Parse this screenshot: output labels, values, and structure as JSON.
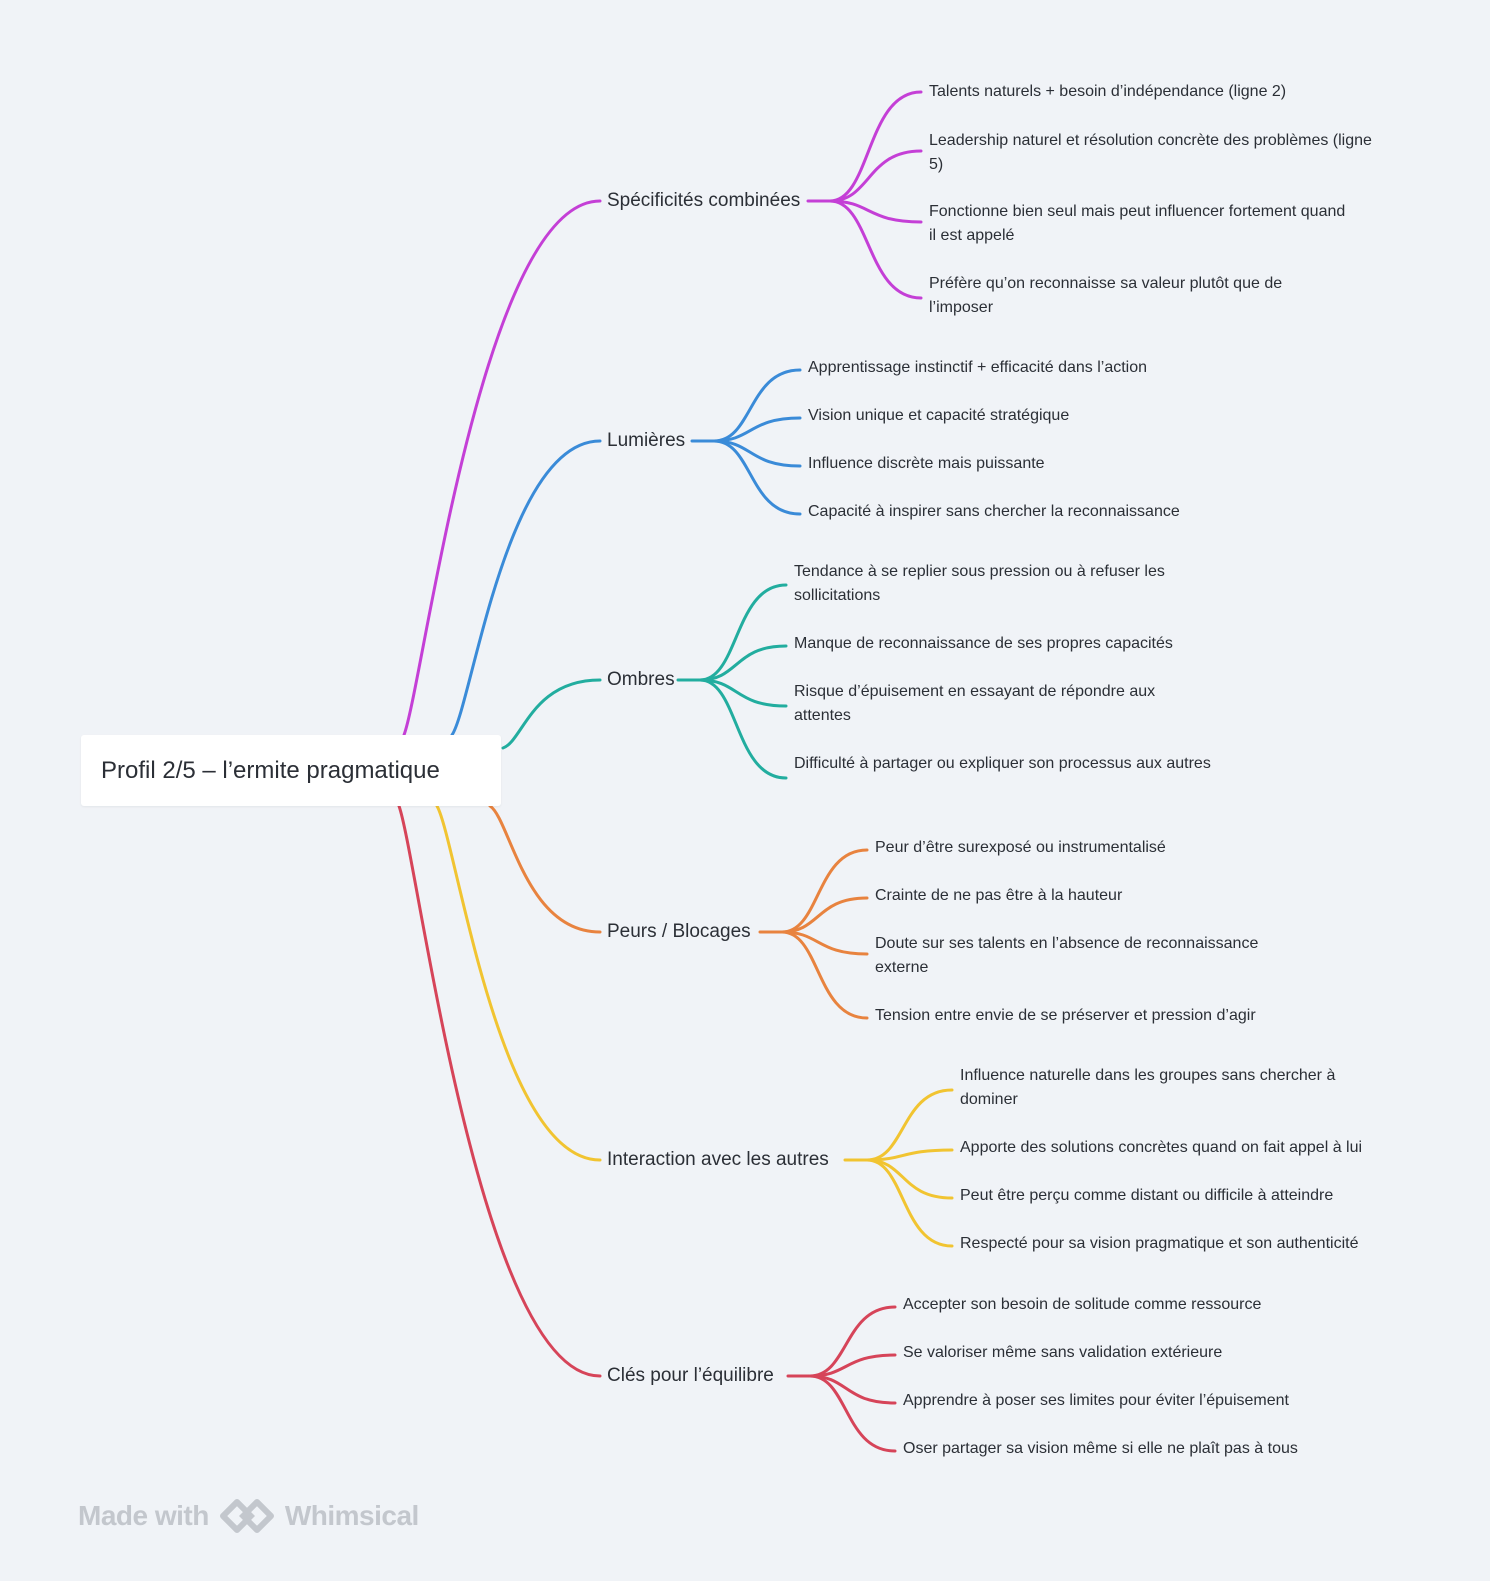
{
  "root": {
    "label": "Profil 2/5 – l’ermite pragmatique"
  },
  "colors": {
    "specificites": "#c43fd6",
    "lumieres": "#3a8bd8",
    "ombres": "#22ad9f",
    "peurs": "#e8833f",
    "interaction": "#f1c431",
    "cles": "#d64459"
  },
  "branches": [
    {
      "id": "specificites",
      "label": "Spécificités combinées",
      "children": [
        "Talents naturels + besoin d’indépendance (ligne 2)",
        "Leadership naturel et résolution concrète des problèmes (ligne 5)",
        "Fonctionne bien seul mais peut influencer fortement quand il est appelé",
        "Préfère qu’on reconnaisse sa valeur plutôt que de l’imposer"
      ]
    },
    {
      "id": "lumieres",
      "label": "Lumières",
      "children": [
        "Apprentissage instinctif + efficacité dans l’action",
        "Vision unique et capacité stratégique",
        "Influence discrète mais puissante",
        "Capacité à inspirer sans chercher la reconnaissance"
      ]
    },
    {
      "id": "ombres",
      "label": "Ombres",
      "children": [
        "Tendance à se replier sous pression ou à refuser les sollicitations",
        "Manque de reconnaissance de ses propres capacités",
        "Risque d’épuisement en essayant de répondre aux attentes",
        "Difficulté à partager ou expliquer son processus aux autres"
      ]
    },
    {
      "id": "peurs",
      "label": "Peurs / Blocages",
      "children": [
        "Peur d’être surexposé ou instrumentalisé",
        "Crainte de ne pas être à la hauteur",
        "Doute sur ses talents en l’absence de reconnaissance externe",
        "Tension entre envie de se préserver et pression d’agir"
      ]
    },
    {
      "id": "interaction",
      "label": "Interaction avec les autres",
      "children": [
        "Influence naturelle dans les groupes sans chercher à dominer",
        "Apporte des solutions concrètes quand on fait appel à lui",
        "Peut être perçu comme distant ou difficile à atteindre",
        "Respecté pour sa vision pragmatique et son authenticité"
      ]
    },
    {
      "id": "cles",
      "label": "Clés pour l’équilibre",
      "children": [
        "Accepter son besoin de solitude comme ressource",
        "Se valoriser même sans validation extérieure",
        "Apprendre à poser ses limites pour éviter l’épuisement",
        "Oser partager sa vision même si elle ne plaît pas à tous"
      ]
    }
  ],
  "watermark": {
    "made_with": "Made with",
    "brand": "Whimsical"
  }
}
